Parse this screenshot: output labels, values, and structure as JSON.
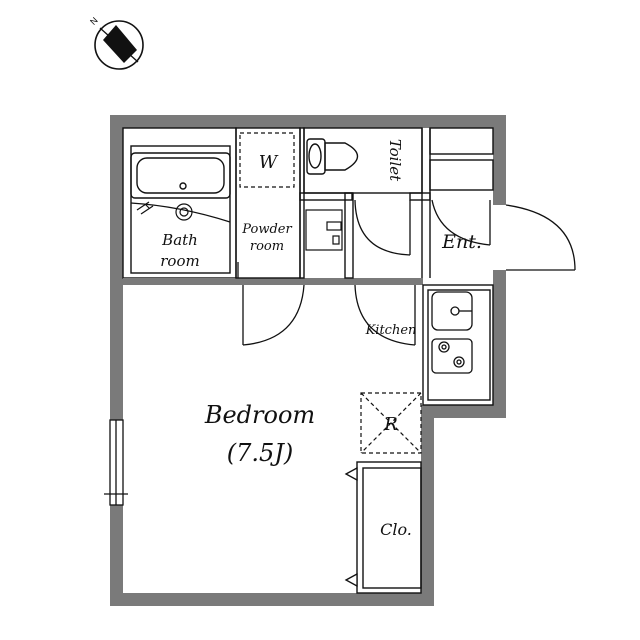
{
  "compass": {
    "north_label": "N",
    "icon": "compass-north-icon"
  },
  "rooms": {
    "bedroom_name": "Bedroom",
    "bedroom_size": "(7.5J)",
    "bath": [
      "Bath",
      "room"
    ],
    "powder": [
      "Powder",
      "room"
    ],
    "toilet": "Toilet",
    "entrance": "Ent.",
    "kitchen": "Kitchen",
    "washer": "W",
    "refrigerator": "R",
    "closet": "Clo."
  },
  "colors": {
    "wall": "#7a7a7a",
    "line": "#111111",
    "background": "#ffffff"
  }
}
